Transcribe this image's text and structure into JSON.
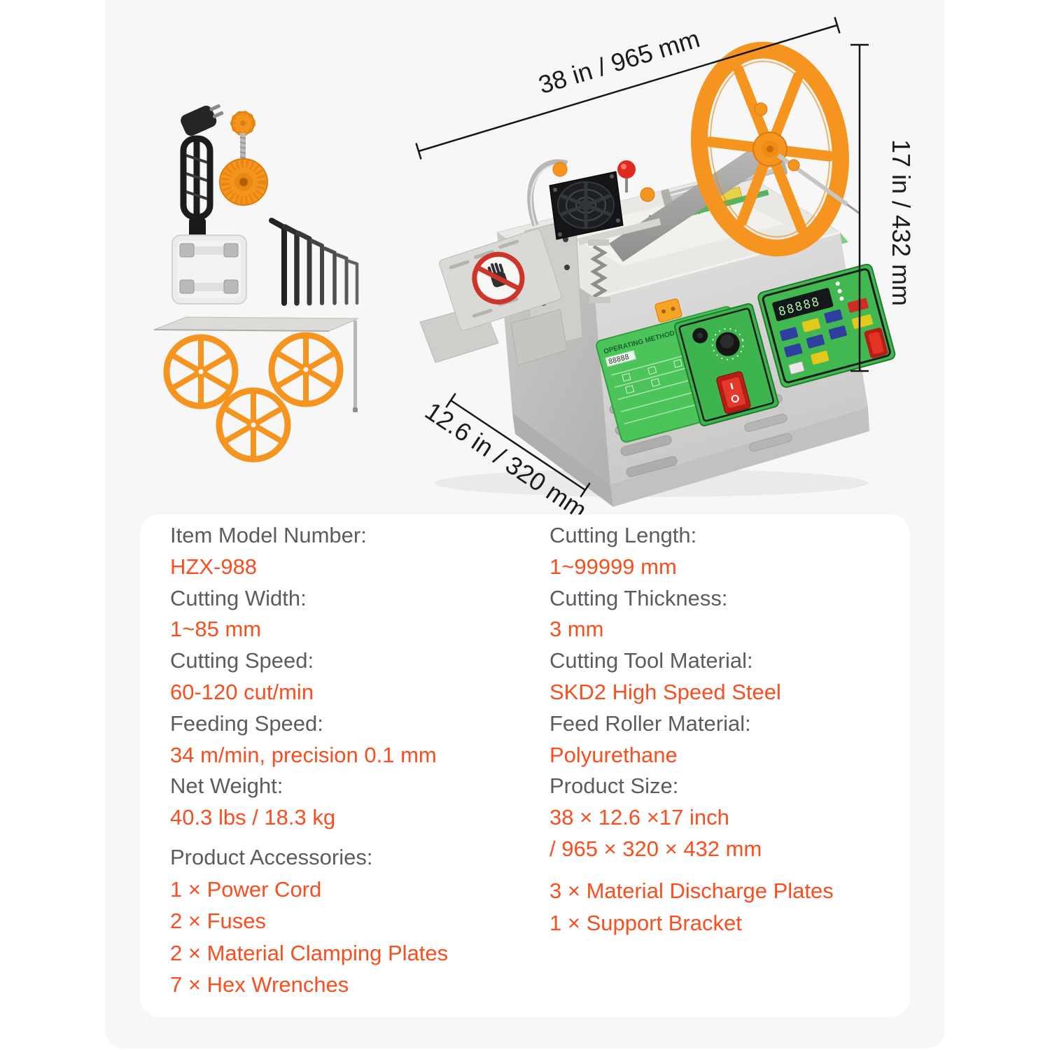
{
  "dimensions": {
    "width_label": "38 in / 965 mm",
    "height_label": "17 in / 432 mm",
    "depth_label": "12.6 in / 320 mm"
  },
  "machine": {
    "display_value": "88888",
    "label_title": "OPERATING METHOD"
  },
  "specs": {
    "left": [
      {
        "label": "Item Model Number:",
        "value": "HZX-988"
      },
      {
        "label": "Cutting Width:",
        "value": "1~85 mm"
      },
      {
        "label": "Cutting Speed:",
        "value": "60-120 cut/min"
      },
      {
        "label": "Feeding Speed:",
        "value": "34 m/min, precision 0.1 mm"
      },
      {
        "label": "Net Weight:",
        "value": "40.3 lbs / 18.3 kg"
      }
    ],
    "left_accessories": {
      "label": "Product Accessories:",
      "items": [
        "1 × Power Cord",
        "2 × Fuses",
        "2 × Material Clamping Plates",
        "7 × Hex Wrenches"
      ]
    },
    "right": [
      {
        "label": "Cutting Length:",
        "value": "1~99999 mm"
      },
      {
        "label": "Cutting Thickness:",
        "value": "3 mm"
      },
      {
        "label": "Cutting Tool Material:",
        "value": "SKD2 High Speed Steel"
      },
      {
        "label": "Feed Roller Material:",
        "value": "Polyurethane"
      },
      {
        "label": "Product Size:",
        "value": "38 × 12.6 ×17 inch",
        "value2": "/ 965 × 320 × 432 mm"
      }
    ],
    "right_accessories": {
      "items": [
        "3 × Material Discharge Plates",
        "1 × Support Bracket"
      ]
    }
  },
  "colors": {
    "accent_orange": "#fa4e1e",
    "label_gray": "#595d61",
    "wheel_orange": "#f5941f",
    "panel_green": "#3db44d",
    "dimension_black": "#1b1b1b"
  }
}
